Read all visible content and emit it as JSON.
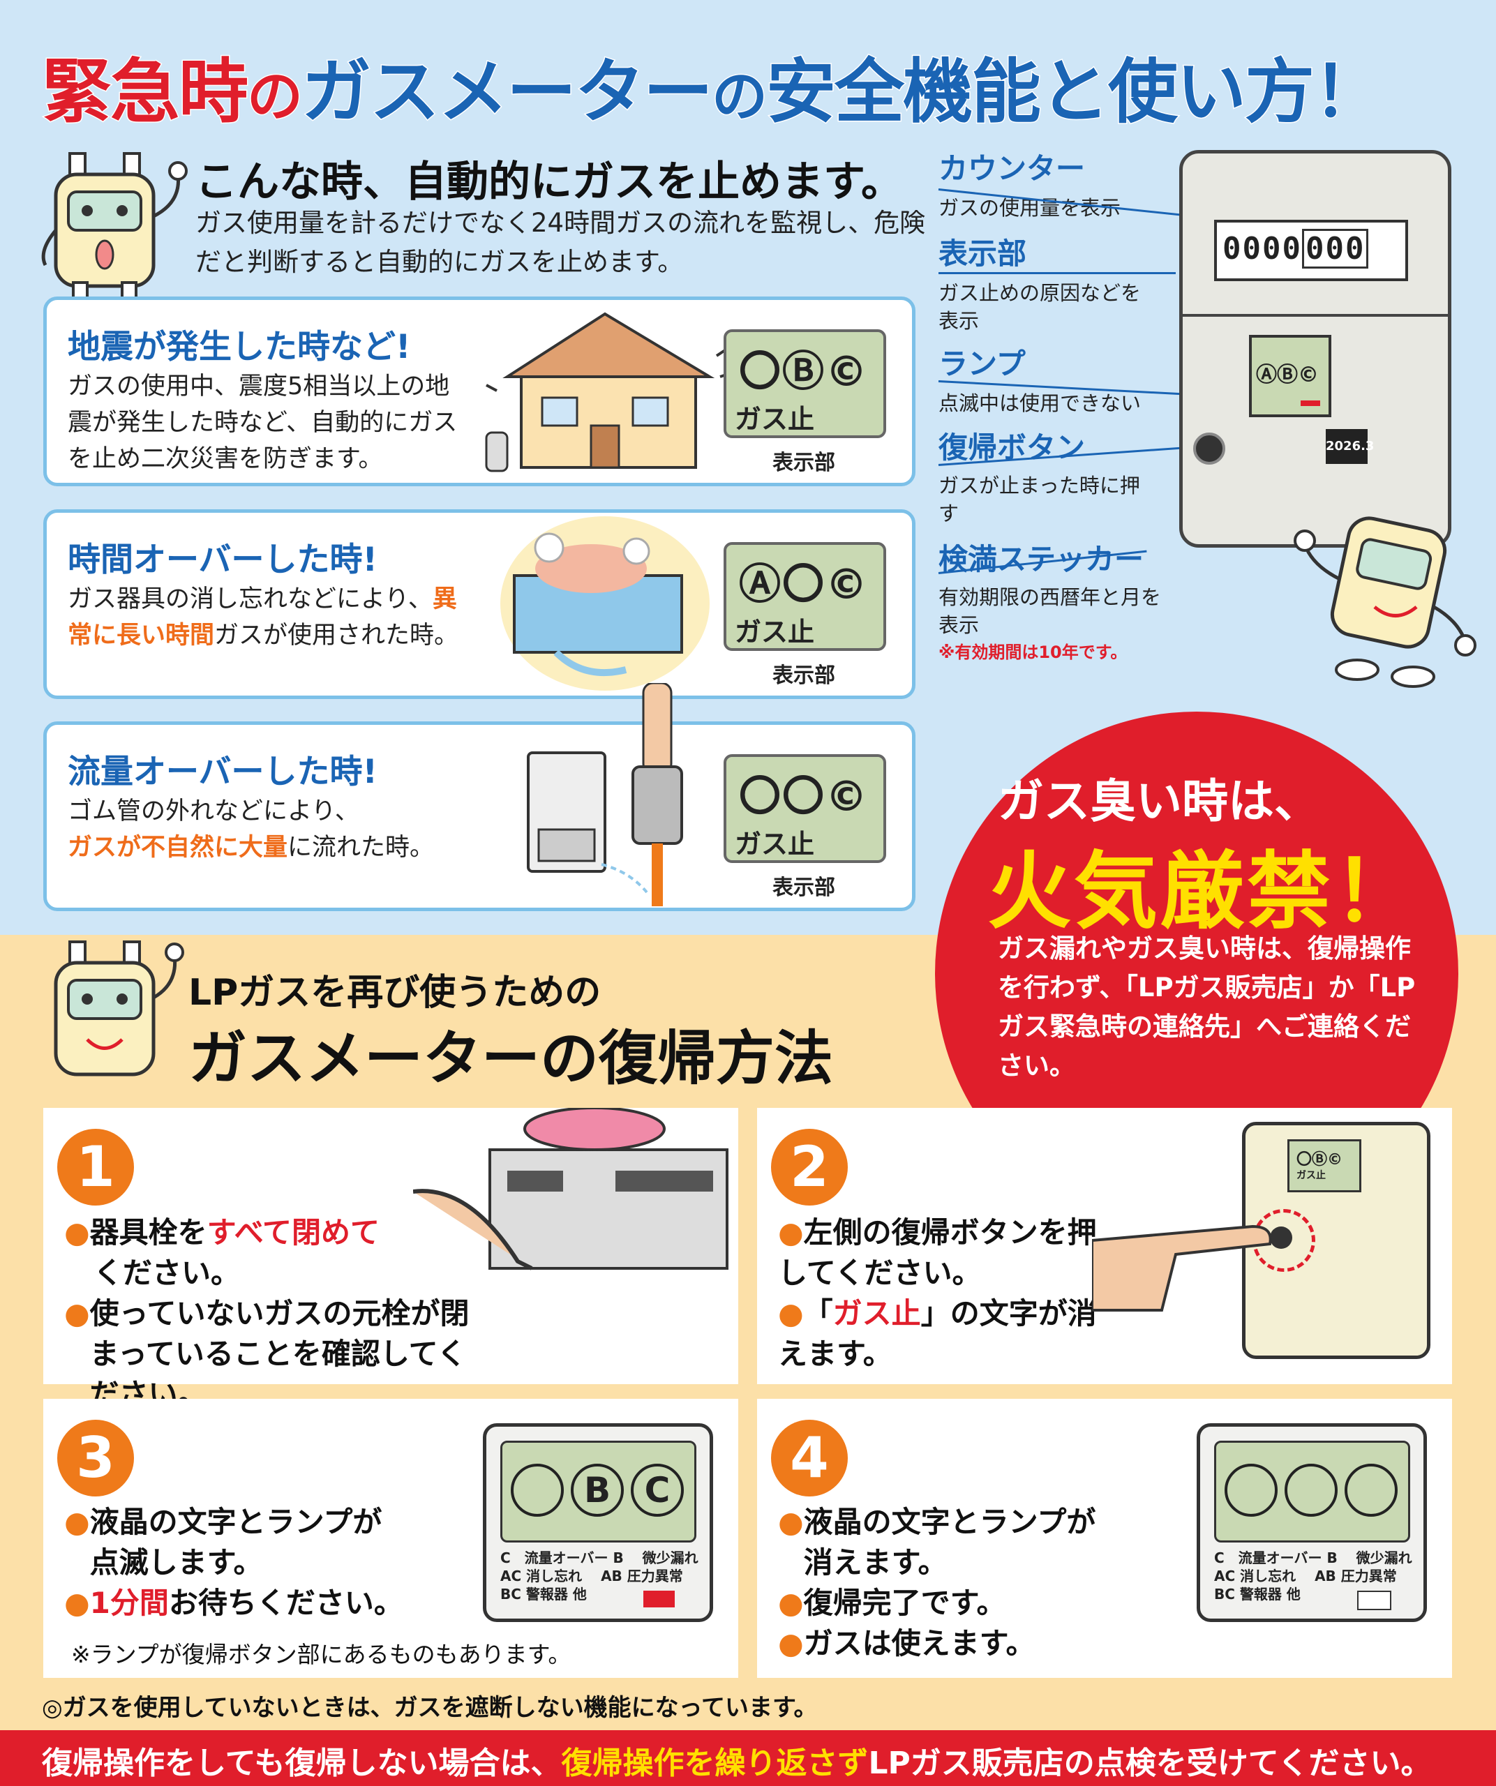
{
  "title": {
    "part1": "緊急時",
    "part2": "の",
    "part3": "ガスメーター",
    "part4": "の",
    "part5": "安全機能と使い方",
    "part6": "！"
  },
  "auto_stop": {
    "heading": "こんな時、自動的にガスを止めます。",
    "desc": "ガス使用量を計るだけでなく24時間ガスの流れを監視し、危険だと判断すると自動的にガスを止めます。"
  },
  "cards": [
    {
      "title": "地震が発生した時など!",
      "text": "ガスの使用中、震度5相当以上の地震が発生した時など、自動的にガスを止め二次災害を防ぎます。",
      "lcd": "〇Ⓑ©",
      "lcd_stop": "ガス止",
      "caption": "表示部"
    },
    {
      "title": "時間オーバーした時!",
      "text_a": "ガス器具の消し忘れなどにより、",
      "text_hl": "異常に長い時間",
      "text_b": "ガスが使用された時。",
      "lcd": "Ⓐ〇©",
      "lcd_stop": "ガス止",
      "caption": "表示部"
    },
    {
      "title": "流量オーバーした時!",
      "text_a": "ゴム管の外れなどにより、",
      "text_hl": "ガスが不自然に大量",
      "text_b": "に流れた時。",
      "lcd": "〇〇©",
      "lcd_stop": "ガス止",
      "caption": "表示部"
    }
  ],
  "meter_labels": [
    {
      "title": "カウンター",
      "desc": "ガスの使用量を表示"
    },
    {
      "title": "表示部",
      "desc": "ガス止めの原因などを表示"
    },
    {
      "title": "ランプ",
      "desc": "点滅中は使用できない"
    },
    {
      "title": "復帰ボタン",
      "desc": "ガスが止まった時に押す"
    },
    {
      "title": "検満ステッカー",
      "desc": "有効期限の西暦年と月を表示",
      "note": "※有効期間は10年です。"
    }
  ],
  "meter": {
    "counter": "0000",
    "counter_b": "000",
    "lcd": "ⒶⒷ©",
    "sticker": "2026.3"
  },
  "warning": {
    "line1": "ガス臭い時は、",
    "line2": "火気厳禁！",
    "line3": "ガス漏れやガス臭い時は、復帰操作を行わず、「LPガス販売店」か「LPガス緊急時の連絡先」へご連絡ください。"
  },
  "recovery": {
    "line1": "LPガスを再び使うための",
    "line2": "ガスメーターの復帰方法"
  },
  "steps": [
    {
      "num": "1",
      "b1_a": "器具栓を",
      "b1_hl": "すべて閉めて",
      "b1_b": "ください。",
      "b2": "使っていないガスの元栓が閉まっていることを確認してください。"
    },
    {
      "num": "2",
      "b1": "左側の復帰ボタンを押してください。",
      "b2_a": "「",
      "b2_hl": "ガス止",
      "b2_b": "」の文字が消えます。",
      "panel_lcd": "〇Ⓑ©",
      "panel_stop": "ガス止"
    },
    {
      "num": "3",
      "b1": "液晶の文字とランプが点滅します。",
      "b2_hl": "1分間",
      "b2_b": "お待ちください。",
      "note": "※ランプが復帰ボタン部にあるものもあります。"
    },
    {
      "num": "4",
      "b1": "液晶の文字とランプが消えます。",
      "b2": "復帰完了です。",
      "b3": "ガスは使えます。"
    }
  ],
  "panel_legend": {
    "l1": "C　流量オーバー B　 微少漏れ",
    "l2": "AC 消し忘れ　 AB 圧力異常",
    "l3": "BC 警報器 他",
    "bullet": "●"
  },
  "panel_circles3": [
    "",
    "B",
    "C"
  ],
  "panel_circles4": [
    "",
    "",
    ""
  ],
  "footnote": "◎ガスを使用していないときは、ガスを遮断しない機能になっています。",
  "bottom_bar": {
    "a": "復帰操作をしても復帰しない場合は、",
    "hl": "復帰操作を繰り返さず",
    "b": "LPガス販売店の点検を受けてください。"
  }
}
